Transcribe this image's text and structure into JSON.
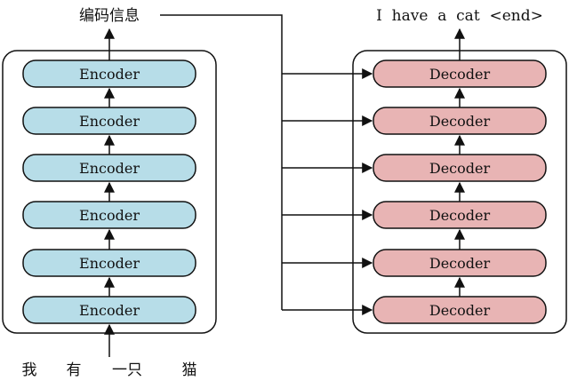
{
  "encoder": {
    "output_label": "编码信息",
    "block_label": "Encoder",
    "input_tokens": [
      "我",
      "有",
      "一只",
      "猫"
    ]
  },
  "decoder": {
    "output_label": "I  have  a  cat  <end>",
    "block_label": "Decoder"
  },
  "colors": {
    "encoder_fill": "#b7dde8",
    "decoder_fill": "#e8b4b4",
    "stroke": "#111111"
  }
}
